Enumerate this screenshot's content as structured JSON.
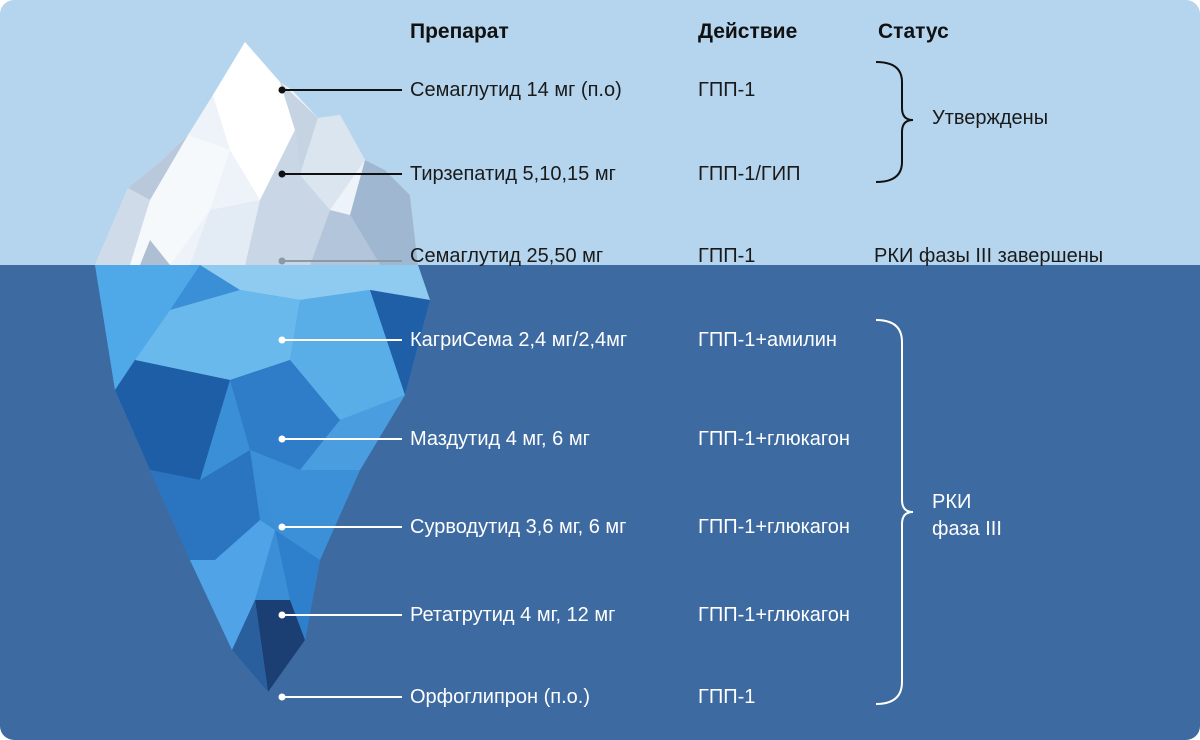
{
  "headers": {
    "drug": "Препарат",
    "action": "Действие",
    "status": "Статус"
  },
  "rows": [
    {
      "drug": "Семаглутид 14 мг (п.о)",
      "action": "ГПП-1"
    },
    {
      "drug": "Тирзепатид 5,10,15 мг",
      "action": "ГПП-1/ГИП"
    },
    {
      "drug": "Семаглутид 25,50 мг",
      "action": "ГПП-1",
      "status": "РКИ фазы III завершены"
    },
    {
      "drug": "КагриСема 2,4 мг/2,4мг",
      "action": "ГПП-1+амилин"
    },
    {
      "drug": "Маздутид 4 мг, 6 мг",
      "action": "ГПП-1+глюкагон"
    },
    {
      "drug": "Сурводутид 3,6 мг, 6 мг",
      "action": "ГПП-1+глюкагон"
    },
    {
      "drug": "Ретатрутид 4 мг, 12 мг",
      "action": "ГПП-1+глюкагон"
    },
    {
      "drug": "Орфоглипрон (п.о.)",
      "action": "ГПП-1"
    }
  ],
  "groups": {
    "approved": "Утверждены",
    "rct_line1": "РКИ",
    "rct_line2": "фаза III"
  },
  "colors": {
    "sky": "#b5d5ee",
    "water": "#3d6aa1",
    "ice_light": "#e8f0f8",
    "ice_underwater": "#4a9ee0"
  }
}
